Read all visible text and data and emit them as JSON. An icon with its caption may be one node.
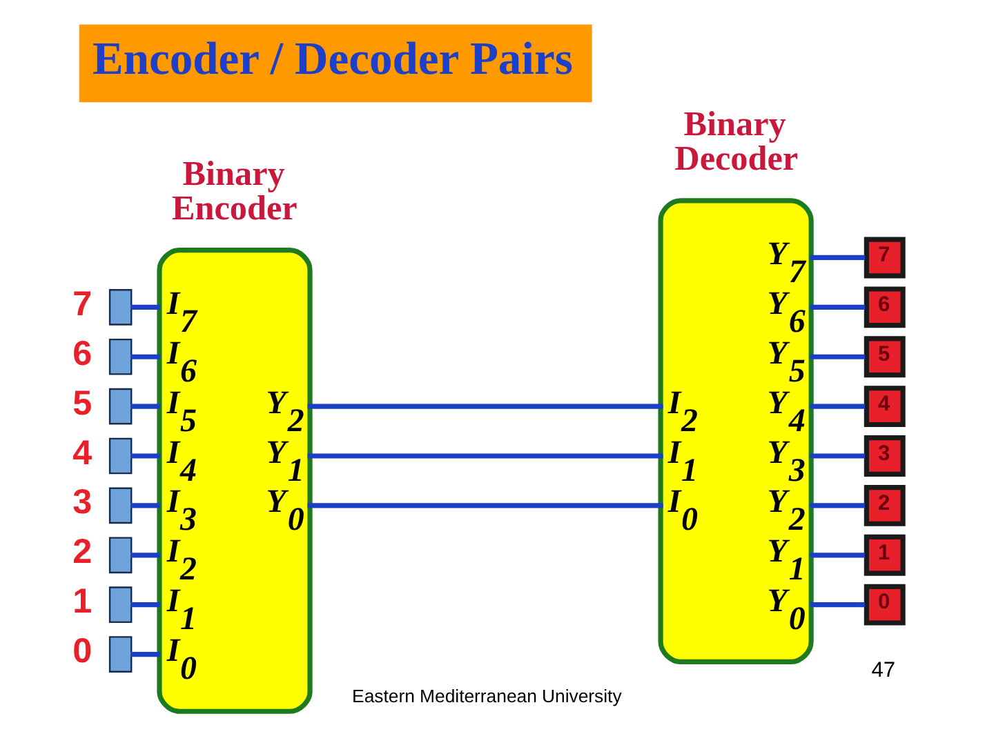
{
  "diagram": {
    "title": "Encoder / Decoder Pairs",
    "nodes": [
      {
        "text": [],
        "shape": "box",
        "beside": [
          "7"
        ]
      },
      {
        "text": [],
        "shape": "box",
        "beside": [
          "6"
        ]
      },
      {
        "text": [],
        "shape": "box",
        "beside": [
          "5"
        ]
      },
      {
        "text": [],
        "shape": "box",
        "beside": [
          "4"
        ]
      },
      {
        "text": [],
        "shape": "box",
        "beside": [
          "3"
        ]
      },
      {
        "text": [],
        "shape": "box",
        "beside": [
          "2"
        ]
      },
      {
        "text": [],
        "shape": "box",
        "beside": [
          "1"
        ]
      },
      {
        "text": [],
        "shape": "box",
        "beside": [
          "0"
        ]
      },
      {
        "text": [
          "Binary Encoder",
          "I$_{7}$",
          "I$_{6}$",
          "I$_{5}$",
          "I$_{4}$",
          "I$_{3}$",
          "I$_{2}$",
          "I$_{1}$",
          "I$_{0}$",
          "Y$_{2}$",
          "Y$_{1}$",
          "Y$_{0}$"
        ]
      },
      {
        "text": [
          "Binary Decoder",
          "I$_{2}$",
          "I$_{1}$",
          "I$_{0}$",
          "Y$_{7}$",
          "Y$_{6}$",
          "Y$_{5}$",
          "Y$_{4}$",
          "Y$_{3}$",
          "Y$_{2}$",
          "Y$_{1}$",
          "Y$_{0}$"
        ]
      },
      {
        "text": [
          "7"
        ]
      },
      {
        "text": [
          "6"
        ]
      },
      {
        "text": [
          "5"
        ]
      },
      {
        "text": [
          "4"
        ]
      },
      {
        "text": [
          "3"
        ]
      },
      {
        "text": [
          "2"
        ]
      },
      {
        "text": [
          "1"
        ]
      },
      {
        "text": [
          "0"
        ]
      }
    ],
    "edges": [
      {
        "from": 0,
        "to": 8,
        "arrow": "none"
      },
      {
        "from": 1,
        "to": 8,
        "arrow": "none"
      },
      {
        "from": 2,
        "to": 8,
        "arrow": "none"
      },
      {
        "from": 3,
        "to": 8,
        "arrow": "none"
      },
      {
        "from": 4,
        "to": 8,
        "arrow": "none"
      },
      {
        "from": 5,
        "to": 8,
        "arrow": "none"
      },
      {
        "from": 6,
        "to": 8,
        "arrow": "none"
      },
      {
        "from": 7,
        "to": 8,
        "arrow": "none"
      },
      {
        "from": 8,
        "to": 9,
        "arrow": "none"
      },
      {
        "from": 8,
        "to": 9,
        "arrow": "none"
      },
      {
        "from": 8,
        "to": 9,
        "arrow": "none"
      },
      {
        "from": 9,
        "to": 10,
        "arrow": "none"
      },
      {
        "from": 9,
        "to": 11,
        "arrow": "none"
      },
      {
        "from": 9,
        "to": 12,
        "arrow": "none"
      },
      {
        "from": 9,
        "to": 13,
        "arrow": "none"
      },
      {
        "from": 9,
        "to": 14,
        "arrow": "none"
      },
      {
        "from": 9,
        "to": 15,
        "arrow": "none"
      },
      {
        "from": 9,
        "to": 16,
        "arrow": "none"
      },
      {
        "from": 9,
        "to": 17,
        "arrow": "none"
      }
    ],
    "labels": [
      "Eastern Mediterranean University",
      "47"
    ]
  }
}
